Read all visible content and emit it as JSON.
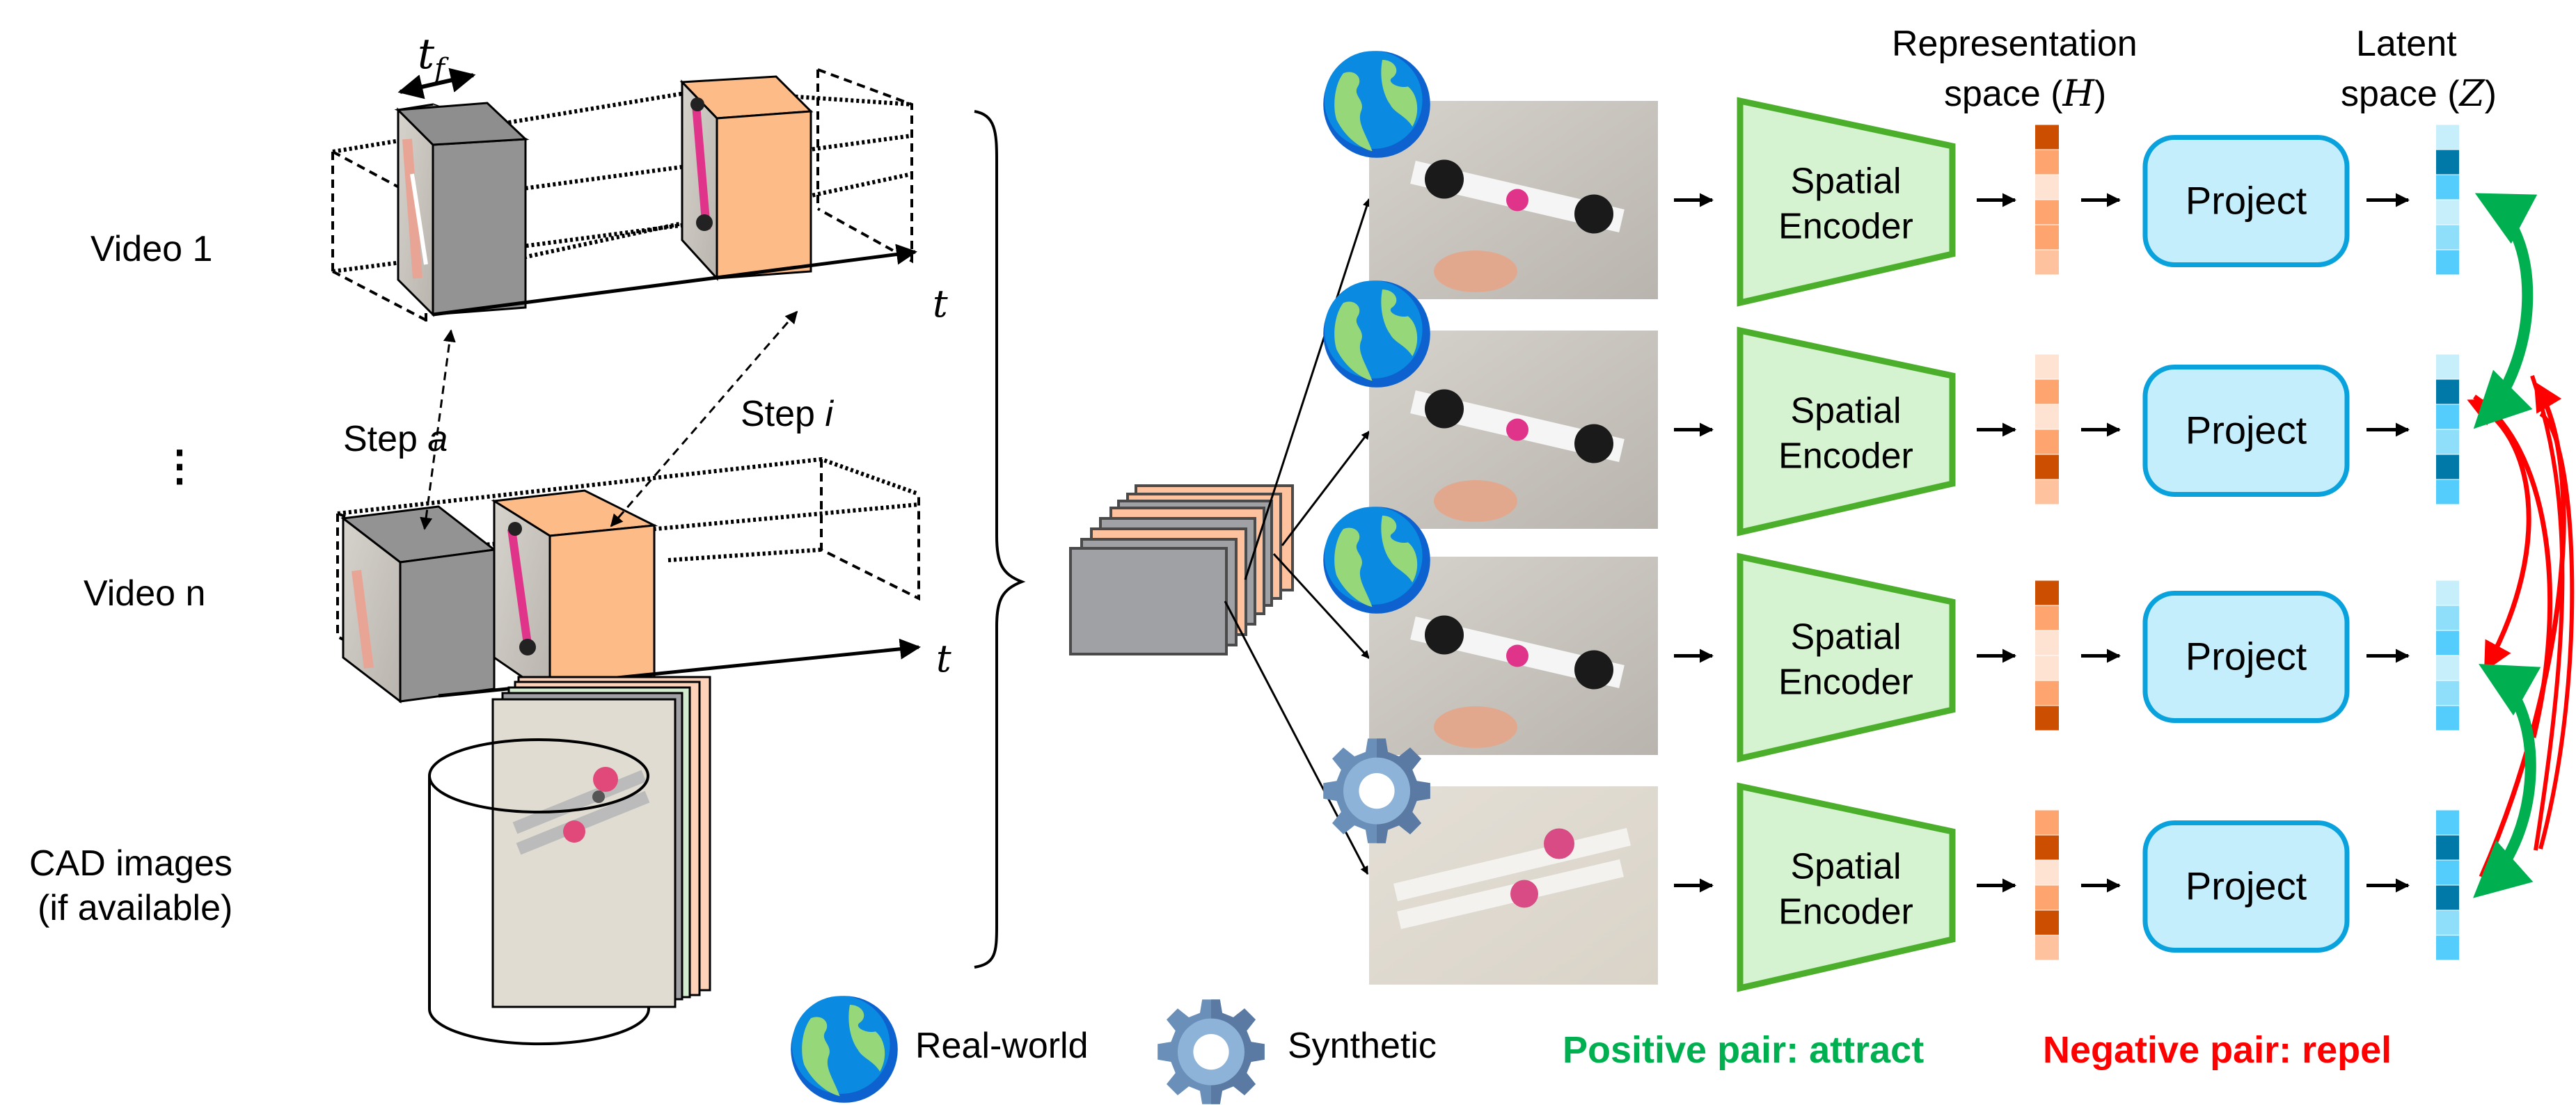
{
  "left_panel": {
    "video1_label": "Video 1",
    "video_ellipsis": "⋮",
    "videon_label": "Video n",
    "cad_label_line1": "CAD images",
    "cad_label_line2": "(if available)",
    "tf_label_main": "t",
    "tf_label_sub": "f",
    "time_axis_label": "t",
    "step_a_prefix": "Step ",
    "step_a_var": "a",
    "step_i_prefix": "Step ",
    "step_i_var": "i"
  },
  "headers": {
    "representation_line1": "Representation",
    "representation_line2": "space (",
    "representation_var": "H",
    "representation_close": ")",
    "latent_line1": "Latent",
    "latent_line2": "space (",
    "latent_var": "Z",
    "latent_close": ")"
  },
  "rows": [
    {
      "source": "real-world",
      "encoder_line1": "Spatial",
      "encoder_line2": "Encoder",
      "project_label": "Project",
      "h_vector": [
        "#cc4e00",
        "#fda46f",
        "#fee3d3",
        "#fda46f",
        "#fda46f",
        "#fec29f"
      ],
      "z_vector": [
        "#c6eefb",
        "#0078a8",
        "#55cdfc",
        "#c6eefb",
        "#8fdffb",
        "#55cdfc"
      ]
    },
    {
      "source": "real-world",
      "encoder_line1": "Spatial",
      "encoder_line2": "Encoder",
      "project_label": "Project",
      "h_vector": [
        "#fee3d3",
        "#fda46f",
        "#fee3d3",
        "#fda46f",
        "#cc4e00",
        "#fec29f"
      ],
      "z_vector": [
        "#c6eefb",
        "#0078a8",
        "#55cdfc",
        "#8fdffb",
        "#0078a8",
        "#55cdfc"
      ]
    },
    {
      "source": "real-world",
      "encoder_line1": "Spatial",
      "encoder_line2": "Encoder",
      "project_label": "Project",
      "h_vector": [
        "#cc4e00",
        "#fda46f",
        "#fee3d3",
        "#fee3d3",
        "#fda46f",
        "#cc4e00"
      ],
      "z_vector": [
        "#c6eefb",
        "#8fdffb",
        "#55cdfc",
        "#c6eefb",
        "#8fdffb",
        "#55cdfc"
      ]
    },
    {
      "source": "synthetic",
      "encoder_line1": "Spatial",
      "encoder_line2": "Encoder",
      "project_label": "Project",
      "h_vector": [
        "#fda46f",
        "#cc4e00",
        "#fee3d3",
        "#fda46f",
        "#cc4e00",
        "#fec29f"
      ],
      "z_vector": [
        "#55cdfc",
        "#0078a8",
        "#55cdfc",
        "#0078a8",
        "#8fdffb",
        "#55cdfc"
      ]
    }
  ],
  "legend": {
    "real_world": "Real-world",
    "synthetic": "Synthetic",
    "positive": "Positive pair: attract",
    "negative": "Negative pair: repel"
  },
  "colors": {
    "encoder_fill": "#d5f3d0",
    "encoder_stroke": "#4caf2c",
    "project_fill": "#c5eefc",
    "project_stroke": "#0aa2dd",
    "positive": "#00b050",
    "negative": "#ff0000",
    "frame_gray": "#a0a1a4",
    "frame_orange": "#fec29f",
    "box_gray": "#939393",
    "box_orange": "#fdbb87"
  }
}
